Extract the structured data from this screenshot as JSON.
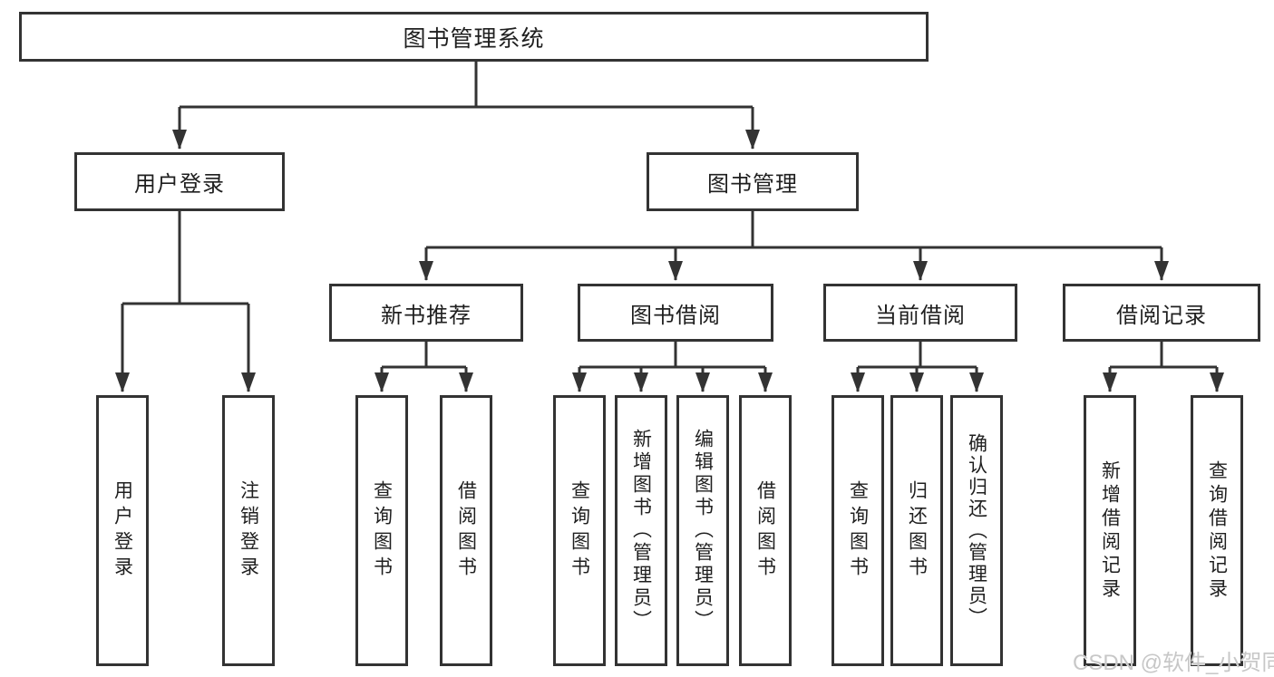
{
  "tree": {
    "root": {
      "label": "图书管理系统",
      "children": [
        {
          "label": "用户登录",
          "children": [
            {
              "label": "用户登录"
            },
            {
              "label": "注销登录"
            }
          ]
        },
        {
          "label": "图书管理",
          "children": [
            {
              "label": "新书推荐",
              "children": [
                {
                  "label": "查询图书"
                },
                {
                  "label": "借阅图书"
                }
              ]
            },
            {
              "label": "图书借阅",
              "children": [
                {
                  "label": "查询图书"
                },
                {
                  "label": "新增图书（管理员）"
                },
                {
                  "label": "编辑图书（管理员）"
                },
                {
                  "label": "借阅图书"
                }
              ]
            },
            {
              "label": "当前借阅",
              "children": [
                {
                  "label": "查询图书"
                },
                {
                  "label": "归还图书"
                },
                {
                  "label": "确认归还（管理员）"
                }
              ]
            },
            {
              "label": "借阅记录",
              "children": [
                {
                  "label": "新增借阅记录"
                },
                {
                  "label": "查询借阅记录"
                }
              ]
            }
          ]
        }
      ]
    }
  },
  "watermark": {
    "text": "CSDN @软件_小贺同学"
  },
  "colors": {
    "line": "#333333",
    "text": "#1f1f1f",
    "watermark": "#c7c7c7",
    "background": "#ffffff"
  }
}
